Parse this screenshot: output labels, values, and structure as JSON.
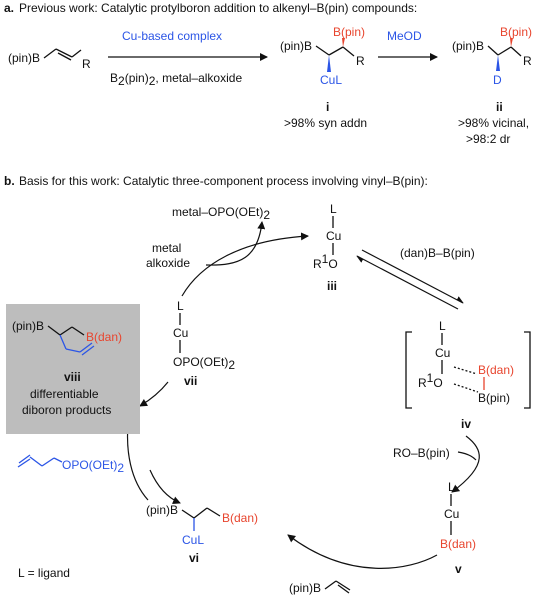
{
  "part_a": {
    "heading_letter": "a.",
    "heading_text": "Previous work: Catalytic protylboron addition to alkenyl–B(pin) compounds:",
    "start_pinB": "(pin)B",
    "start_R": "R",
    "cond_top": "Cu-based complex",
    "cond_b2": "B",
    "cond_b2_sub": "2",
    "cond_b2_rest": "(pin)",
    "cond_b2_sub2": "2",
    "cond_alkoxide": ", metal–alkoxide",
    "i_pinB": "(pin)B",
    "i_Bpin": "B(pin)",
    "i_R": "R",
    "i_CuL": "CuL",
    "i_label": "i",
    "i_caption": ">98% syn addn",
    "meod": "MeOD",
    "ii_pinB": "(pin)B",
    "ii_Bpin": "B(pin)",
    "ii_R": "R",
    "ii_D": "D",
    "ii_label": "ii",
    "ii_caption1": ">98% vicinal,",
    "ii_caption2": ">98:2 dr"
  },
  "part_b": {
    "heading_letter": "b.",
    "heading_text": "Basis for this work: Catalytic three-component process involving vinyl–B(pin):",
    "byproduct_top": "metal–OPO(OEt)",
    "byproduct_top_sub": "2",
    "metal_alkoxide_1": "metal",
    "metal_alkoxide_2": "alkoxide",
    "iii_L": "L",
    "iii_Cu": "Cu",
    "iii_R": "R",
    "iii_sup": "1",
    "iii_O": "O",
    "iii_label": "iii",
    "reagent_dan": "(dan)B",
    "reagent_pin": "–B(pin)",
    "iv_L": "L",
    "iv_Cu": "Cu",
    "iv_R": "R",
    "iv_sup": "1",
    "iv_O": "O",
    "iv_Bdan": "B(dan)",
    "iv_Bpin": "B(pin)",
    "iv_label": "iv",
    "ro_bpin": "RO–B(pin)",
    "v_L": "L",
    "v_Cu": "Cu",
    "v_Bdan": "B(dan)",
    "v_label": "v",
    "vinyl_pinB": "(pin)B",
    "vi_pinB": "(pin)B",
    "vi_Bdan": "B(dan)",
    "vi_CuL": "CuL",
    "vi_label": "vi",
    "allyl_text": "OPO(OEt)",
    "allyl_sub": "2",
    "vii_L": "L",
    "vii_Cu": "Cu",
    "vii_text": "OPO(OEt)",
    "vii_sub": "2",
    "vii_label": "vii",
    "viii_pinB": "(pin)B",
    "viii_Bdan": "B(dan)",
    "viii_label": "viii",
    "viii_caption1": "differentiable",
    "viii_caption2": "diboron products",
    "ligand_note": "L = ligand"
  },
  "colors": {
    "red": "#e8452e",
    "blue": "#2b55e6",
    "box_gray": "#bdbdbd"
  }
}
